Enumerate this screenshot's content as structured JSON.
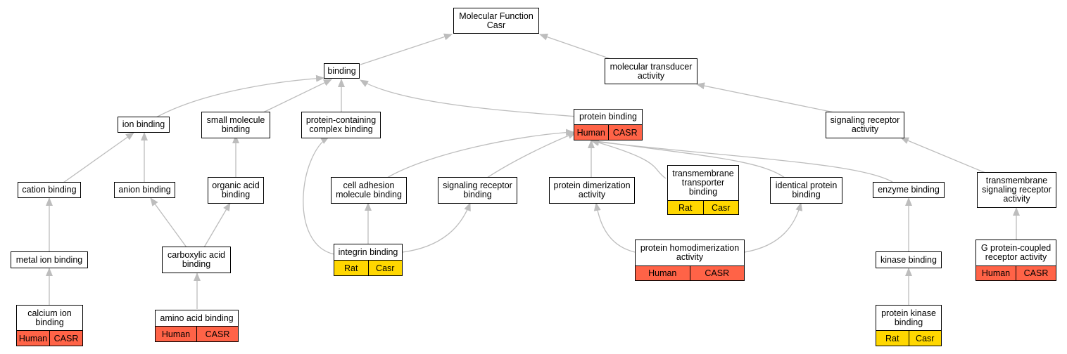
{
  "colors": {
    "edge": "#bdbdbd",
    "human": "#ff6347",
    "rat": "#ffd700"
  },
  "nodes": {
    "mf": {
      "label": "Molecular Function\nCasr"
    },
    "binding": {
      "label": "binding"
    },
    "mta": {
      "label": "molecular transducer\nactivity"
    },
    "ionb": {
      "label": "ion binding"
    },
    "smb": {
      "label": "small molecule\nbinding"
    },
    "pccb": {
      "label": "protein-containing\ncomplex binding"
    },
    "protb": {
      "label": "protein binding",
      "tags": [
        "Human",
        "CASR"
      ]
    },
    "sra": {
      "label": "signaling receptor\nactivity"
    },
    "catb": {
      "label": "cation binding"
    },
    "anb": {
      "label": "anion binding"
    },
    "oab": {
      "label": "organic acid\nbinding"
    },
    "camb": {
      "label": "cell adhesion\nmolecule binding"
    },
    "srb": {
      "label": "signaling receptor\nbinding"
    },
    "pda": {
      "label": "protein dimerization\nactivity"
    },
    "ttb": {
      "label": "transmembrane\ntransporter\nbinding",
      "tags": [
        "Rat",
        "Casr"
      ]
    },
    "ipb": {
      "label": "identical protein\nbinding"
    },
    "enzb": {
      "label": "enzyme binding"
    },
    "tmsra": {
      "label": "transmembrane\nsignaling receptor\nactivity"
    },
    "mib": {
      "label": "metal ion binding"
    },
    "cab": {
      "label": "carboxylic acid\nbinding"
    },
    "intb": {
      "label": "integrin binding",
      "tags": [
        "Rat",
        "Casr"
      ]
    },
    "phda": {
      "label": "protein homodimerization\nactivity",
      "tags": [
        "Human",
        "CASR"
      ]
    },
    "kinb": {
      "label": "kinase binding"
    },
    "gpcr": {
      "label": "G protein-coupled\nreceptor activity",
      "tags": [
        "Human",
        "CASR"
      ]
    },
    "caib": {
      "label": "calcium ion\nbinding",
      "tags": [
        "Human",
        "CASR"
      ]
    },
    "aab": {
      "label": "amino acid binding",
      "tags": [
        "Human",
        "CASR"
      ]
    },
    "pkb": {
      "label": "protein kinase\nbinding",
      "tags": [
        "Rat",
        "Casr"
      ]
    }
  }
}
